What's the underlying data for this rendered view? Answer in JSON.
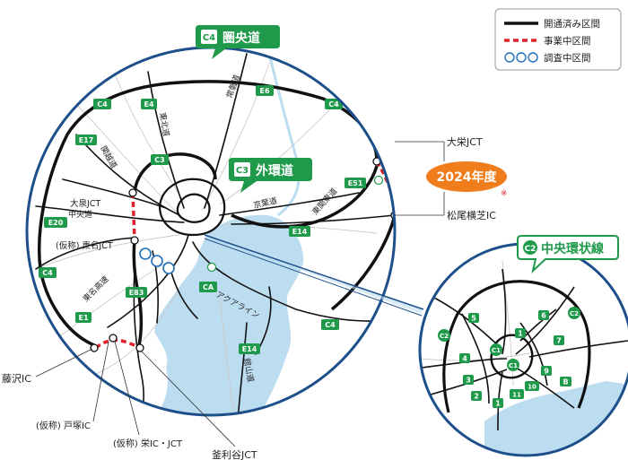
{
  "legend": {
    "open": "開通済み区間",
    "project": "事業中区間",
    "survey": "調査中区間"
  },
  "callouts": {
    "c4_tag": "C4",
    "c4_name": "圏央道",
    "c3_tag": "C3",
    "c3_name": "外環道",
    "c2_tag": "C2",
    "c2_name": "中央環状線"
  },
  "year_badge": {
    "text": "2024年度",
    "note": "※"
  },
  "places": {
    "oosakae_jct": "大栄JCT",
    "matsuo_ic": "松尾横芝IC",
    "oizumi_jct": "大泉JCT",
    "tomei_jct": "(仮称) 東名JCT",
    "fujisawa_ic": "藤沢IC",
    "totsuka_ic": "(仮称) 戸塚IC",
    "sakae_ic": "(仮称) 栄IC・JCT",
    "kamariya_jct": "釜利谷JCT"
  },
  "roads": {
    "kanetsu": "関越道",
    "tohoku": "東北道",
    "joban": "常磐道",
    "chuo": "中央道",
    "keiyo": "京葉道",
    "higashikanto": "東関東道",
    "tomei": "東名高速",
    "aqualine": "アクアライン",
    "tateyama": "館山道"
  },
  "route_shields": {
    "c4_a": "C4",
    "c4_b": "C4",
    "c4_c": "C4",
    "c4_d": "C4",
    "e4": "E4",
    "e6": "E6",
    "e17": "E17",
    "c3": "C3",
    "e51": "E51",
    "e20": "E20",
    "e14_a": "E14",
    "e14_b": "E14",
    "e83": "E83",
    "e1": "E1",
    "ca": "CA"
  },
  "inset_shields": {
    "r5": "5",
    "r6": "6",
    "c2_l": "C2",
    "c2_r": "C2",
    "r1a": "1",
    "r7": "7",
    "c1_a": "C1",
    "r4": "4",
    "c1_b": "C1",
    "r9": "9",
    "r3": "3",
    "r10": "10",
    "rb": "B",
    "r2": "2",
    "r11": "11",
    "r1b": "1"
  },
  "colors": {
    "water": "#bcdcf0",
    "road": "#111111",
    "project": "#e0222c",
    "survey": "#1d6fb8",
    "badge": "#ef7d1b",
    "shield": "#1f9a4a",
    "frame": "#1d4f8a"
  }
}
